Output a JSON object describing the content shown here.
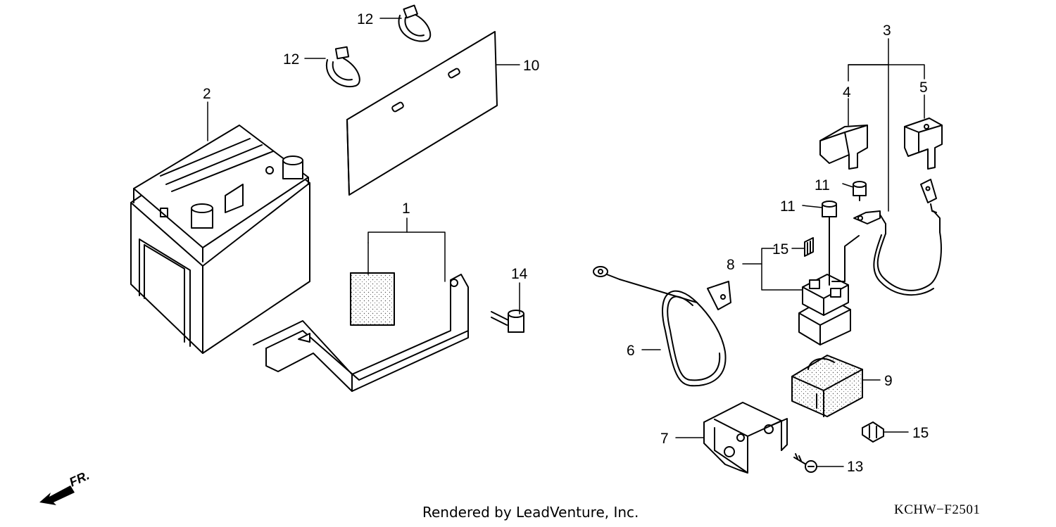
{
  "diagram": {
    "callouts": [
      {
        "id": "1",
        "label": "1"
      },
      {
        "id": "2",
        "label": "2"
      },
      {
        "id": "3",
        "label": "3"
      },
      {
        "id": "4",
        "label": "4"
      },
      {
        "id": "5",
        "label": "5"
      },
      {
        "id": "6",
        "label": "6"
      },
      {
        "id": "7",
        "label": "7"
      },
      {
        "id": "8",
        "label": "8"
      },
      {
        "id": "9",
        "label": "9"
      },
      {
        "id": "10",
        "label": "10"
      },
      {
        "id": "11a",
        "label": "11"
      },
      {
        "id": "11b",
        "label": "11"
      },
      {
        "id": "12a",
        "label": "12"
      },
      {
        "id": "12b",
        "label": "12"
      },
      {
        "id": "13",
        "label": "13"
      },
      {
        "id": "14",
        "label": "14"
      },
      {
        "id": "15a",
        "label": "15"
      },
      {
        "id": "15b",
        "label": "15"
      }
    ],
    "direction_label": "FR.",
    "credit": "Rendered by LeadVenture, Inc.",
    "code": "KCHW−F2501"
  },
  "colors": {
    "line": "#000000",
    "background": "#ffffff",
    "fill_light": "#f2f2f2"
  },
  "icons": {
    "direction_arrow": "front-direction-arrow-icon"
  }
}
